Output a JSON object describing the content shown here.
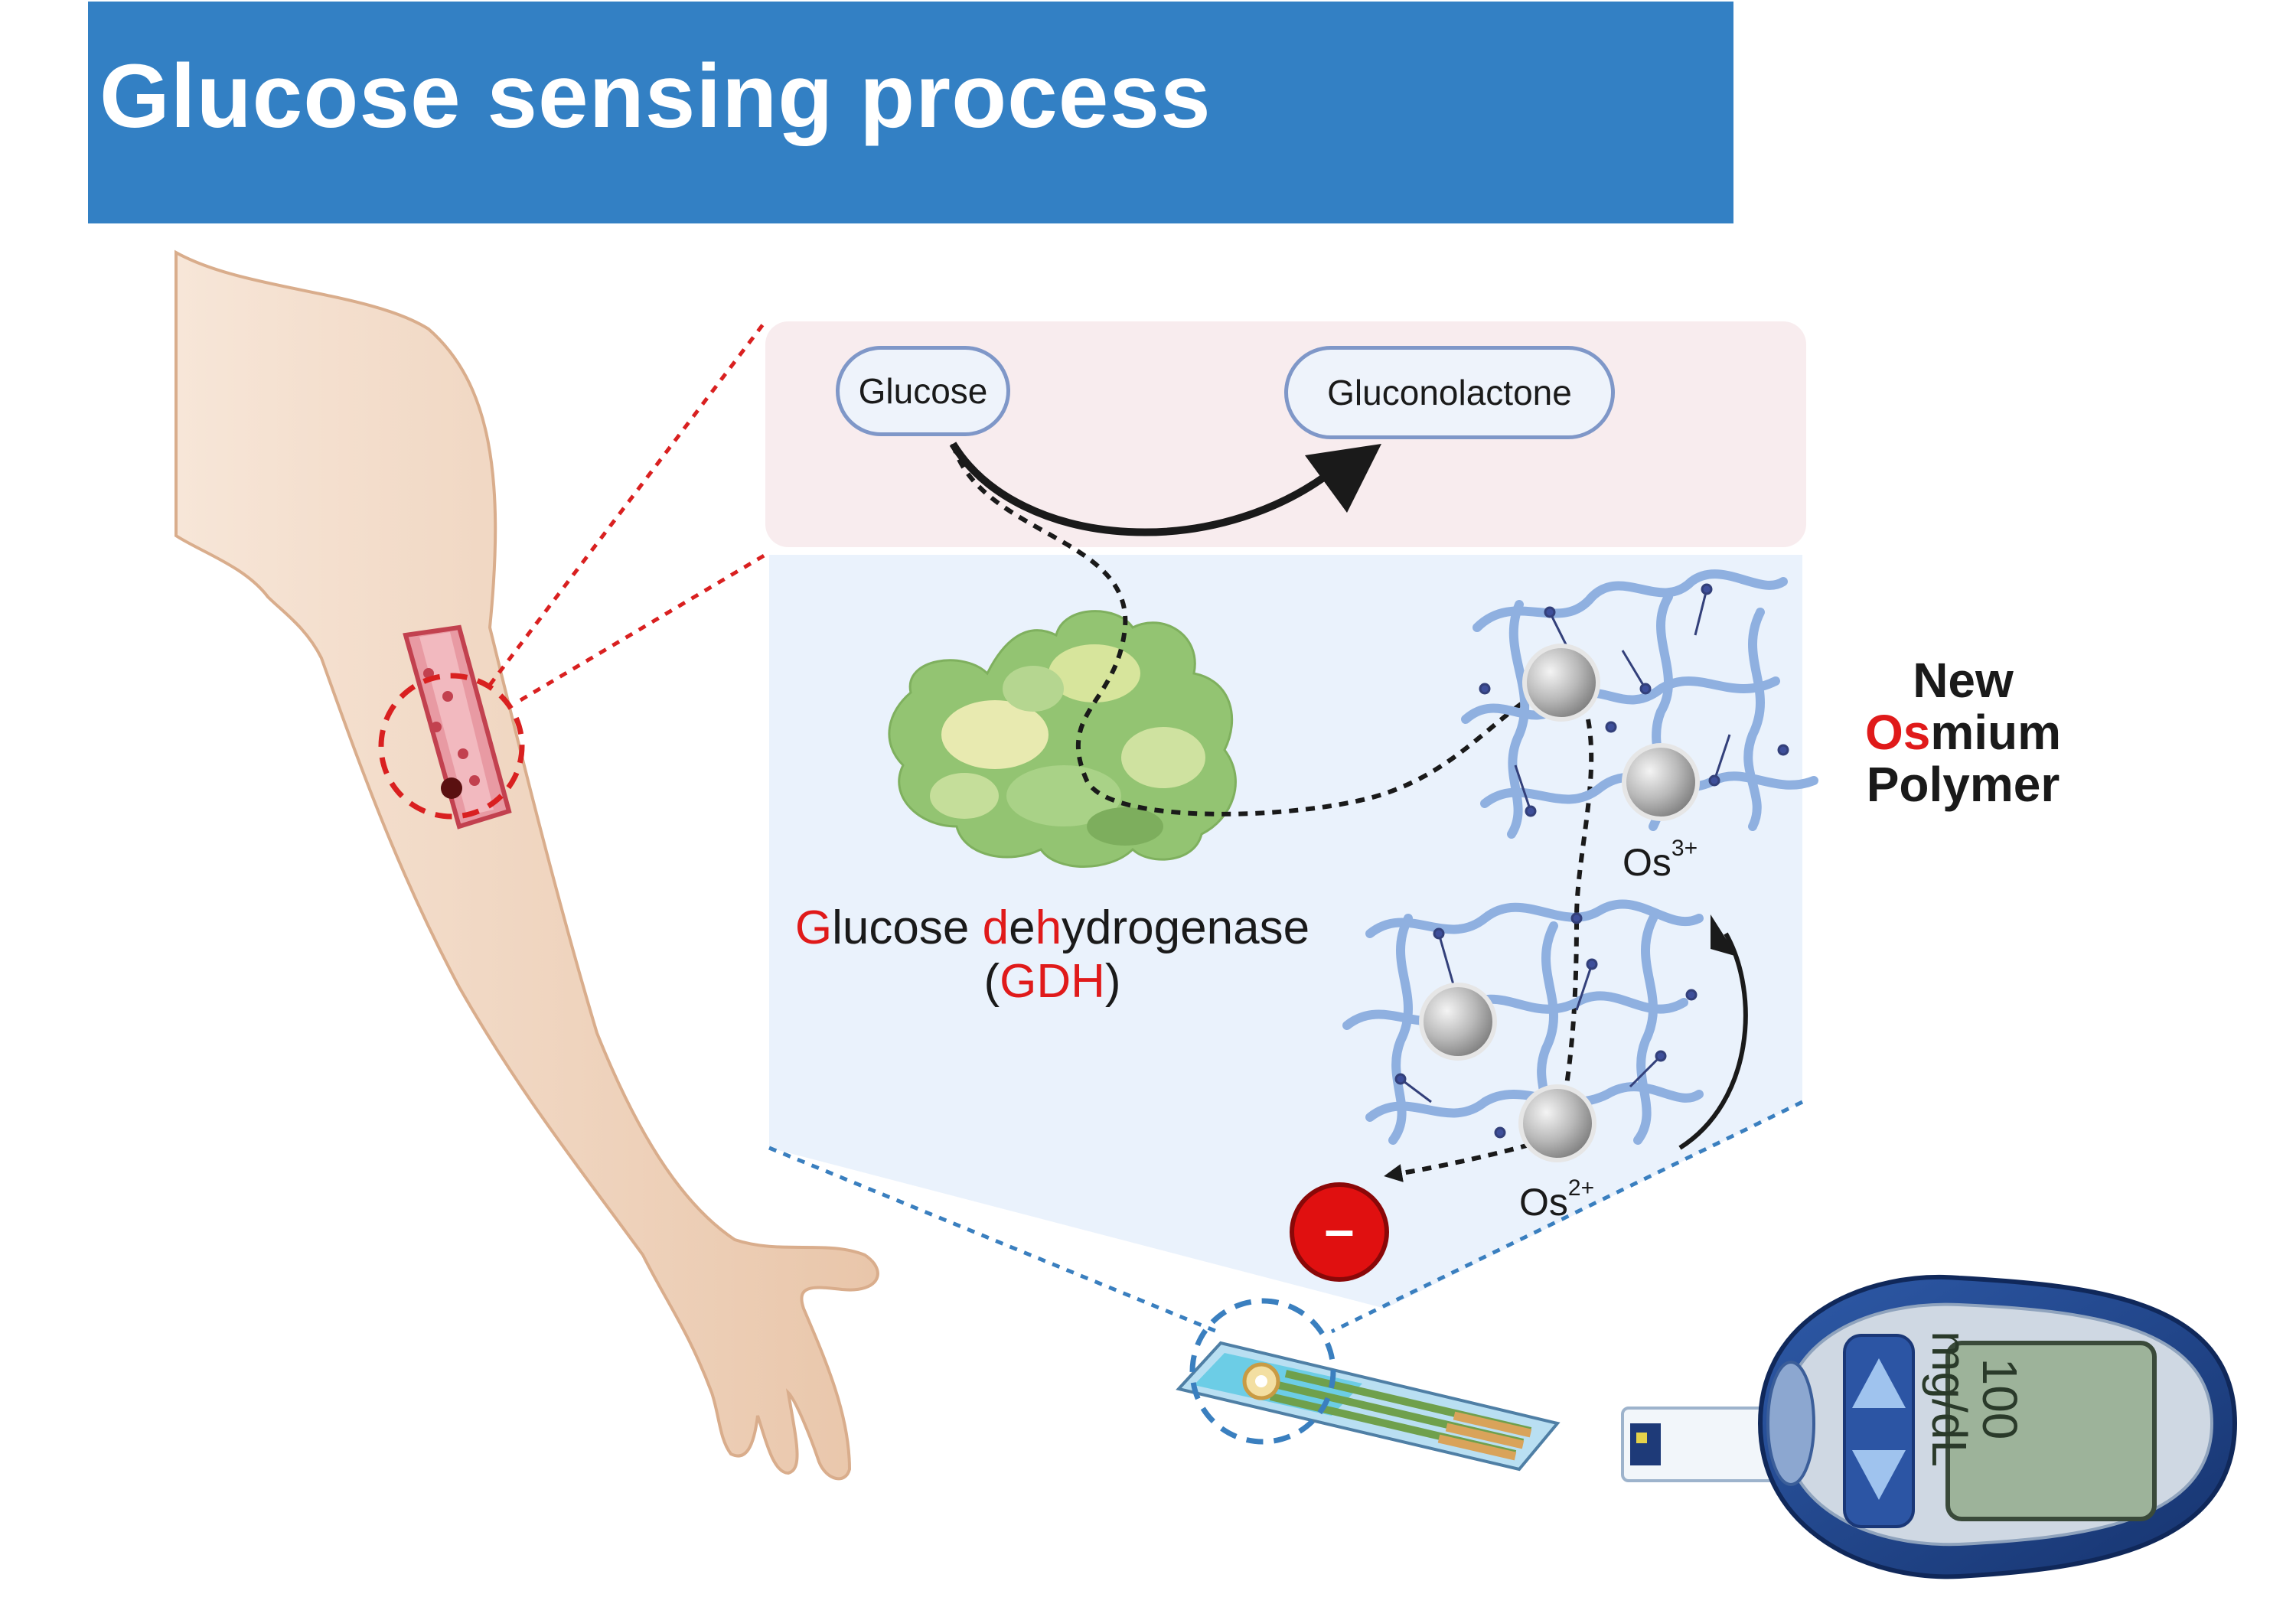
{
  "title": "Glucose sensing process",
  "reaction": {
    "substrate": "Glucose",
    "product": "Gluconolactone"
  },
  "enzyme": {
    "name_parts": [
      {
        "text": "G",
        "red": true
      },
      {
        "text": "lucose ",
        "red": false
      },
      {
        "text": "d",
        "red": true
      },
      {
        "text": "e",
        "red": false
      },
      {
        "text": "h",
        "red": true
      },
      {
        "text": "ydrogenase",
        "red": false
      }
    ],
    "abbr_open": "(",
    "abbr": "GDH",
    "abbr_close": ")"
  },
  "polymer": {
    "line1": "New",
    "line2_red": "Os",
    "line2_rest": "mium",
    "line3": "Polymer"
  },
  "ions": {
    "os3_base": "Os",
    "os3_sup": "3+",
    "os2_base": "Os",
    "os2_sup": "2+"
  },
  "electron_symbol": "–",
  "meter": {
    "value": "100",
    "unit": "mg/dL"
  },
  "colors": {
    "banner": "#3380c4",
    "zoom_red": "#d92020",
    "zoom_blue": "#3a7fbf",
    "reaction_panel": "#f8ecee",
    "polymer_panel": "#eaf2fc",
    "highlight_red": "#e01a1a"
  }
}
